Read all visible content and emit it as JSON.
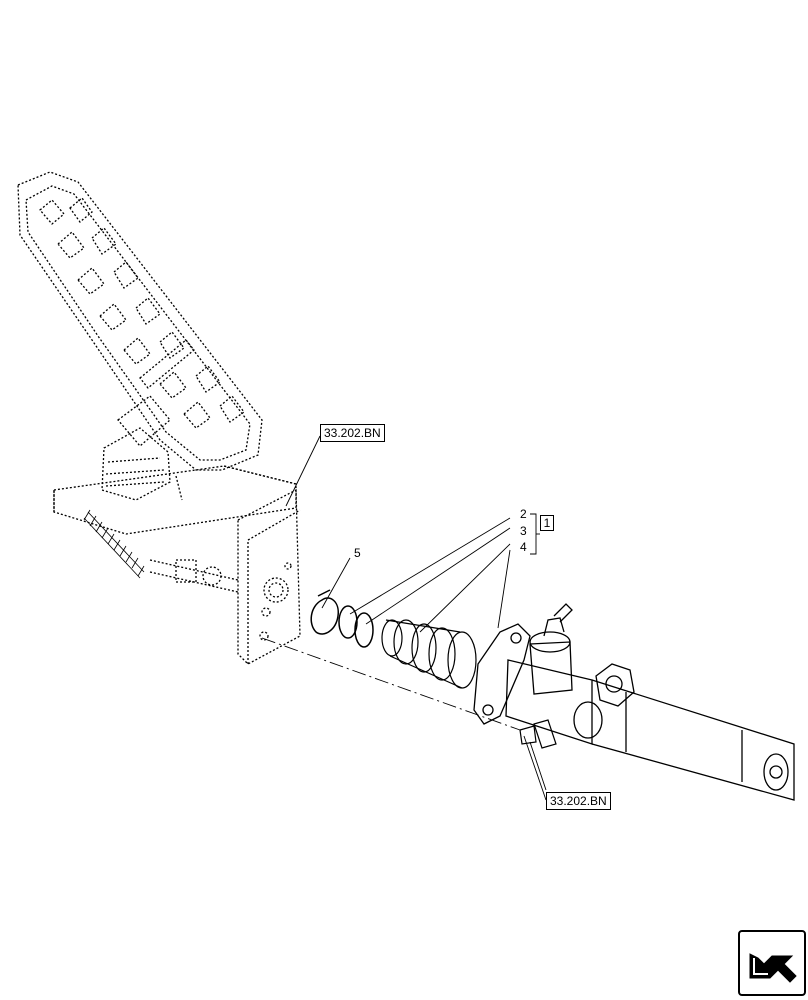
{
  "diagram": {
    "reference_labels": [
      {
        "id": "ref-top",
        "text": "33.202.BN"
      },
      {
        "id": "ref-bottom",
        "text": "33.202.BN"
      }
    ],
    "callouts": [
      {
        "id": "item-2",
        "text": "2"
      },
      {
        "id": "item-3",
        "text": "3"
      },
      {
        "id": "item-4",
        "text": "4"
      },
      {
        "id": "item-5",
        "text": "5"
      }
    ],
    "group_label": "1"
  },
  "navigation": {
    "icon": "return-arrow-icon"
  }
}
